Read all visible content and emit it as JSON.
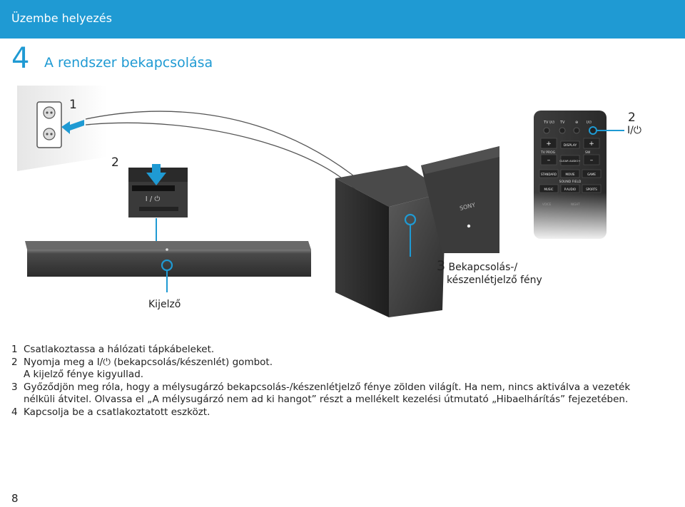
{
  "header": {
    "title": "Üzembe helyezés"
  },
  "step": {
    "number": "4",
    "title": "A rendszer bekapcsolása"
  },
  "illustration": {
    "outlet_label": "1",
    "button_label": "2",
    "remote_label": "2",
    "remote_power_symbol": "I/⏻",
    "unit_power_symbol": "I / ⏻",
    "indicator_num": "3",
    "indicator_line1": "Bekapcsolás-/",
    "indicator_line2": "készenlétjelző fény",
    "display_label": "Kijelző",
    "remote_keys": {
      "tv_io": "TV I/⏻",
      "tv": "TV",
      "input": "⊕",
      "power": "I/⏻",
      "plus": "+",
      "display": "DISPLAY",
      "tv_prog": "TV PROG",
      "sw": "SW",
      "minus": "–",
      "clear_audio": "CLEAR AUDIO+",
      "standard": "STANDARD",
      "movie": "MOVIE",
      "game": "GAME",
      "sound_field": "SOUND FIELD",
      "music": "MUSIC",
      "p_audio": "P.AUDIO",
      "sports": "SPORTS",
      "voice": "VOICE",
      "night": "NIGHT"
    },
    "subwoofer_brand": "SONY"
  },
  "instructions": [
    {
      "n": "1",
      "text": "Csatlakoztassa a hálózati tápkábeleket."
    },
    {
      "n": "2",
      "text": "Nyomja meg a I/⏻ (bekapcsolás/készenlét) gombot."
    },
    {
      "n": "",
      "text": "A kijelző fénye kigyullad."
    },
    {
      "n": "3",
      "text": "Győződjön meg róla, hogy a mélysugárzó bekapcsolás-/készenlétjelző fénye zölden világít. Ha nem, nincs aktiválva a vezeték nélküli átvitel. Olvassa el „A mélysugárzó nem ad ki hangot” részt a mellékelt kezelési útmutató „Hibaelhárítás” fejezetében."
    },
    {
      "n": "4",
      "text": "Kapcsolja be a csatlakoztatott eszközt."
    }
  ],
  "page_number": "8",
  "colors": {
    "accent": "#1f9ad3"
  }
}
